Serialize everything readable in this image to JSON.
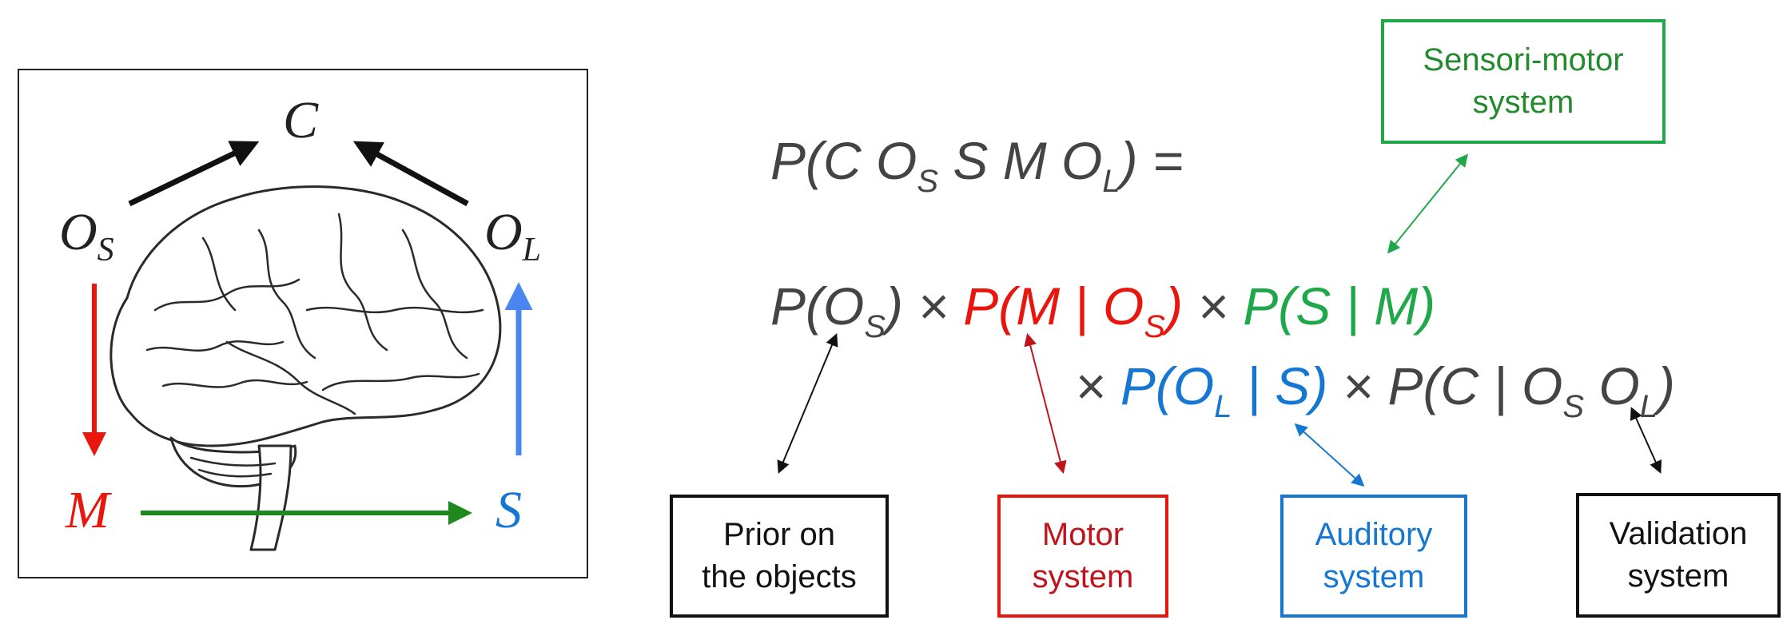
{
  "colors": {
    "black": "#222222",
    "gray": "#444444",
    "red": "#e8160c",
    "green": "#1fa84a",
    "blue": "#1577d2",
    "dark_green": "#238a2e"
  },
  "diagram": {
    "nodes": {
      "C": "C",
      "O": "O",
      "S_sub": "S",
      "L_sub": "L",
      "M": "M",
      "S": "S"
    }
  },
  "equation": {
    "joint": {
      "P_open": "P(C O",
      "sub_S": "S",
      "mid": " S M O",
      "sub_L": "L",
      "close": ") ="
    },
    "line2": {
      "t1_open": "P(O",
      "t1_sub": "S",
      "t1_close": ")",
      "times": " × ",
      "t2_open": "P(M | O",
      "t2_sub": "S",
      "t2_close": ")",
      "t3": "P(S | M)"
    },
    "line3": {
      "t4_open": "P(O",
      "t4_sub": "L",
      "t4_close": " | S)",
      "t5_open": "P(C | O",
      "t5_sub1": "S",
      "t5_mid": " O",
      "t5_sub2": "L",
      "t5_close": ")"
    }
  },
  "boxes": {
    "prior": {
      "line1": "Prior on",
      "line2": "the objects"
    },
    "motor": {
      "line1": "Motor",
      "line2": "system"
    },
    "auditory": {
      "line1": "Auditory",
      "line2": "system"
    },
    "validation": {
      "line1": "Validation",
      "line2": "system"
    },
    "sensorimotor": {
      "line1": "Sensori-motor",
      "line2": "system"
    }
  }
}
